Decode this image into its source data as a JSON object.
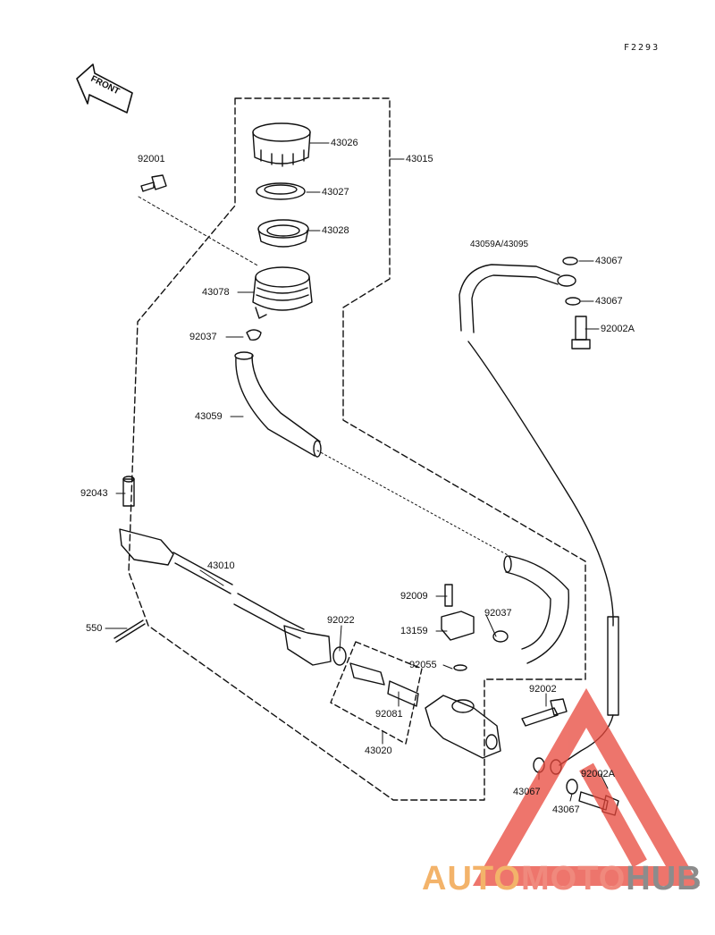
{
  "figure_code": "F2293",
  "front_arrow_text": "FRONT",
  "parts": [
    {
      "id": "p43026",
      "number": "43026"
    },
    {
      "id": "p43015",
      "number": "43015"
    },
    {
      "id": "p92001",
      "number": "92001"
    },
    {
      "id": "p43027",
      "number": "43027"
    },
    {
      "id": "p43028",
      "number": "43028"
    },
    {
      "id": "p43078",
      "number": "43078"
    },
    {
      "id": "p92037a",
      "number": "92037"
    },
    {
      "id": "p43059",
      "number": "43059"
    },
    {
      "id": "p43059A",
      "number": "43059A/43095"
    },
    {
      "id": "p43067a",
      "number": "43067"
    },
    {
      "id": "p43067b",
      "number": "43067"
    },
    {
      "id": "p92002Aa",
      "number": "92002A"
    },
    {
      "id": "p92043",
      "number": "92043"
    },
    {
      "id": "p43010",
      "number": "43010"
    },
    {
      "id": "p550",
      "number": "550"
    },
    {
      "id": "p92009",
      "number": "92009"
    },
    {
      "id": "p13159",
      "number": "13159"
    },
    {
      "id": "p92037b",
      "number": "92037"
    },
    {
      "id": "p92022",
      "number": "92022"
    },
    {
      "id": "p92055",
      "number": "92055"
    },
    {
      "id": "p92081",
      "number": "92081"
    },
    {
      "id": "p43020",
      "number": "43020"
    },
    {
      "id": "p92002",
      "number": "92002"
    },
    {
      "id": "p43067c",
      "number": "43067"
    },
    {
      "id": "p92002Ab",
      "number": "92002A"
    },
    {
      "id": "p43067d",
      "number": "43067"
    }
  ],
  "watermark": {
    "part1": "AUTO",
    "part2": "MOTO",
    "part3": "HUB",
    "color1": "#f3b36a",
    "color2": "#f0897d",
    "color3": "#8c8c8c",
    "triangle_color": "#e8473b"
  }
}
